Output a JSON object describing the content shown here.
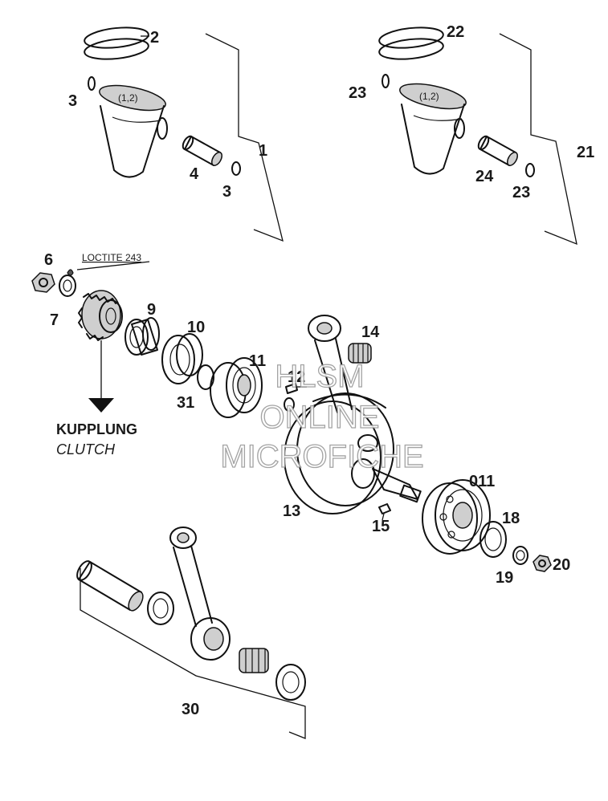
{
  "callouts": {
    "c1": "1",
    "c2": "2",
    "c3a": "3",
    "c3b": "3",
    "c4": "4",
    "c6": "6",
    "c7": "7",
    "c9": "9",
    "c10": "10",
    "c11": "11",
    "c12": "12",
    "c13": "13",
    "c14": "14",
    "c15": "15",
    "c011": "011",
    "c18": "18",
    "c19": "19",
    "c20": "20",
    "c21": "21",
    "c22": "22",
    "c23a": "23",
    "c23b": "23",
    "c24": "24",
    "c30": "30",
    "c31": "31"
  },
  "piston_marking_left": "(1,2)",
  "piston_marking_right": "(1,2)",
  "loctite_note": "LOCTITE 243",
  "clutch_label_de": "KUPPLUNG",
  "clutch_label_en": "CLUTCH",
  "watermark": {
    "line1": "HLSM",
    "line2": "ONLINE",
    "line3": "MICROFICHE"
  },
  "colors": {
    "ink": "#111111",
    "watermark_outline": "#9a9a9a",
    "background": "#ffffff"
  }
}
